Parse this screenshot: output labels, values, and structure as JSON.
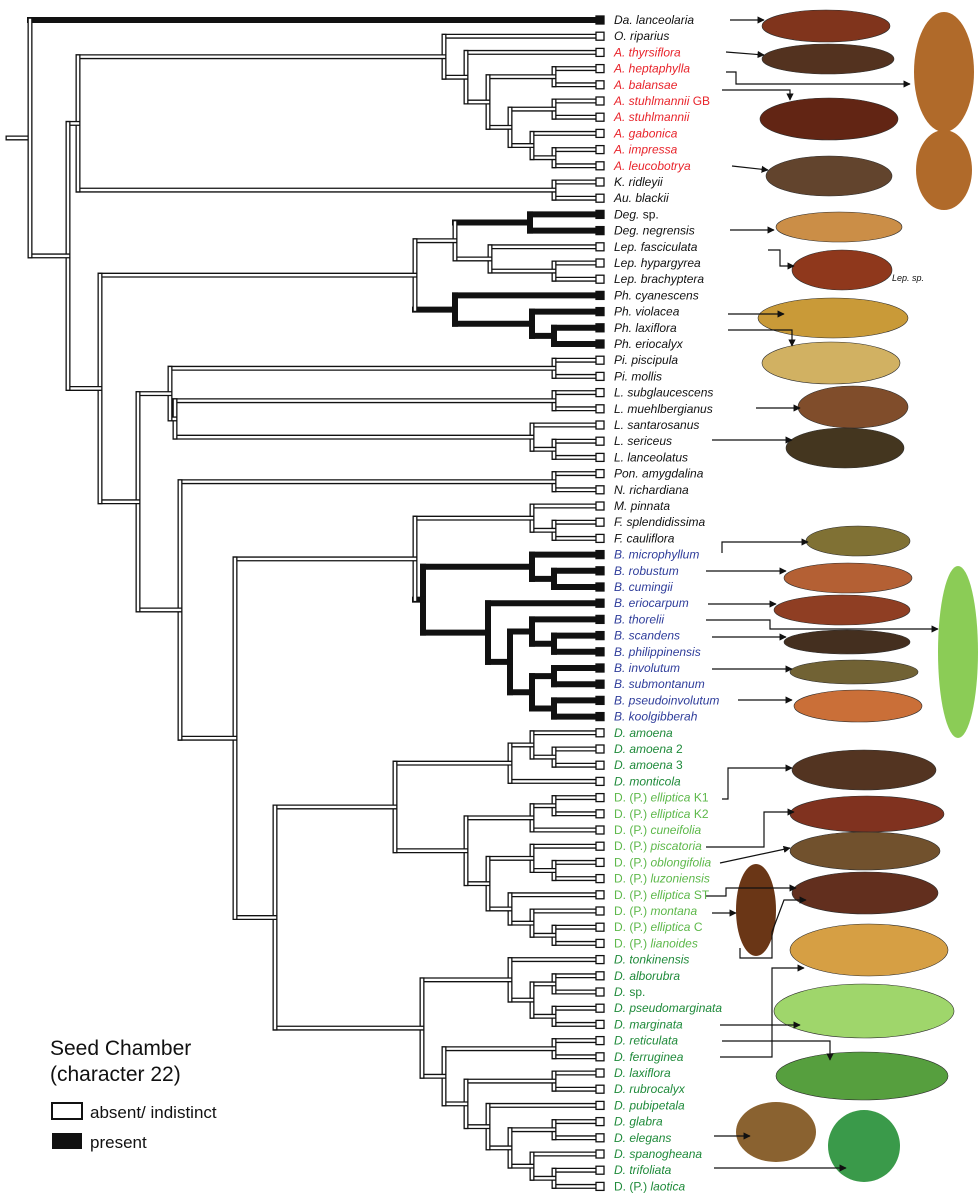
{
  "legend": {
    "title_line1": "Seed Chamber",
    "title_line2": "(character 22)",
    "absent_label": "absent/ indistinct",
    "present_label": "present"
  },
  "extra_label": "Lep. sp.",
  "colors": {
    "black": "#111111",
    "red": "#e8242b",
    "blue": "#2e3c9a",
    "dark_green": "#1f8a3a",
    "light_green": "#5db84a"
  },
  "taxa": [
    {
      "pre": "",
      "genus": "Da. lanceolaria",
      "suffix": "",
      "color": "black",
      "state": "present"
    },
    {
      "pre": "",
      "genus": "O. riparius",
      "suffix": "",
      "color": "black",
      "state": "absent"
    },
    {
      "pre": "",
      "genus": "A. thyrsiflora",
      "suffix": "",
      "color": "red",
      "state": "absent"
    },
    {
      "pre": "",
      "genus": "A. heptaphylla",
      "suffix": "",
      "color": "red",
      "state": "absent"
    },
    {
      "pre": "",
      "genus": "A. balansae",
      "suffix": "",
      "color": "red",
      "state": "absent"
    },
    {
      "pre": "",
      "genus": "A. stuhlmannii",
      "suffix": " GB",
      "color": "red",
      "state": "absent"
    },
    {
      "pre": "",
      "genus": "A. stuhlmannii",
      "suffix": "",
      "color": "red",
      "state": "absent"
    },
    {
      "pre": "",
      "genus": "A. gabonica",
      "suffix": "",
      "color": "red",
      "state": "absent"
    },
    {
      "pre": "",
      "genus": "A. impressa",
      "suffix": "",
      "color": "red",
      "state": "absent"
    },
    {
      "pre": "",
      "genus": "A. leucobotrya",
      "suffix": "",
      "color": "red",
      "state": "absent"
    },
    {
      "pre": "",
      "genus": "K. ridleyii",
      "suffix": "",
      "color": "black",
      "state": "absent"
    },
    {
      "pre": "",
      "genus": "Au. blackii",
      "suffix": "",
      "color": "black",
      "state": "absent"
    },
    {
      "pre": "",
      "genus": "Deg.",
      "suffix": " sp.",
      "color": "black",
      "state": "present"
    },
    {
      "pre": "",
      "genus": "Deg. negrensis",
      "suffix": "",
      "color": "black",
      "state": "present"
    },
    {
      "pre": "",
      "genus": "Lep. fasciculata",
      "suffix": "",
      "color": "black",
      "state": "absent"
    },
    {
      "pre": "",
      "genus": "Lep. hypargyrea",
      "suffix": "",
      "color": "black",
      "state": "absent"
    },
    {
      "pre": "",
      "genus": "Lep. brachyptera",
      "suffix": "",
      "color": "black",
      "state": "absent"
    },
    {
      "pre": "",
      "genus": "Ph. cyanescens",
      "suffix": "",
      "color": "black",
      "state": "present"
    },
    {
      "pre": "",
      "genus": "Ph. violacea",
      "suffix": "",
      "color": "black",
      "state": "present"
    },
    {
      "pre": "",
      "genus": "Ph. laxiflora",
      "suffix": "",
      "color": "black",
      "state": "present"
    },
    {
      "pre": "",
      "genus": "Ph. eriocalyx",
      "suffix": "",
      "color": "black",
      "state": "present"
    },
    {
      "pre": "",
      "genus": "Pi. piscipula",
      "suffix": "",
      "color": "black",
      "state": "absent"
    },
    {
      "pre": "",
      "genus": "Pi. mollis",
      "suffix": "",
      "color": "black",
      "state": "absent"
    },
    {
      "pre": "",
      "genus": "L. subglaucescens",
      "suffix": "",
      "color": "black",
      "state": "absent"
    },
    {
      "pre": "",
      "genus": "L. muehlbergianus",
      "suffix": "",
      "color": "black",
      "state": "absent"
    },
    {
      "pre": "",
      "genus": "L. santarosanus",
      "suffix": "",
      "color": "black",
      "state": "absent"
    },
    {
      "pre": "",
      "genus": "L. sericeus",
      "suffix": "",
      "color": "black",
      "state": "absent"
    },
    {
      "pre": "",
      "genus": "L. lanceolatus",
      "suffix": "",
      "color": "black",
      "state": "absent"
    },
    {
      "pre": "",
      "genus": "Pon. amygdalina",
      "suffix": "",
      "color": "black",
      "state": "absent"
    },
    {
      "pre": "",
      "genus": "N. richardiana",
      "suffix": "",
      "color": "black",
      "state": "absent"
    },
    {
      "pre": "",
      "genus": "M. pinnata",
      "suffix": "",
      "color": "black",
      "state": "absent"
    },
    {
      "pre": "",
      "genus": "F. splendidissima",
      "suffix": "",
      "color": "black",
      "state": "absent"
    },
    {
      "pre": "",
      "genus": "F. cauliflora",
      "suffix": "",
      "color": "black",
      "state": "absent"
    },
    {
      "pre": "",
      "genus": "B. microphyllum",
      "suffix": "",
      "color": "blue",
      "state": "present"
    },
    {
      "pre": "",
      "genus": "B. robustum",
      "suffix": "",
      "color": "blue",
      "state": "present"
    },
    {
      "pre": "",
      "genus": "B. cumingii",
      "suffix": "",
      "color": "blue",
      "state": "present"
    },
    {
      "pre": "",
      "genus": "B. eriocarpum",
      "suffix": "",
      "color": "blue",
      "state": "present"
    },
    {
      "pre": "",
      "genus": "B. thorelii",
      "suffix": "",
      "color": "blue",
      "state": "present"
    },
    {
      "pre": "",
      "genus": "B. scandens",
      "suffix": "",
      "color": "blue",
      "state": "present"
    },
    {
      "pre": "",
      "genus": "B. philippinensis",
      "suffix": "",
      "color": "blue",
      "state": "present"
    },
    {
      "pre": "",
      "genus": "B. involutum",
      "suffix": "",
      "color": "blue",
      "state": "present"
    },
    {
      "pre": "",
      "genus": "B. submontanum",
      "suffix": "",
      "color": "blue",
      "state": "present"
    },
    {
      "pre": "",
      "genus": "B. pseudoinvolutum",
      "suffix": "",
      "color": "blue",
      "state": "present"
    },
    {
      "pre": "",
      "genus": "B. koolgibberah",
      "suffix": "",
      "color": "blue",
      "state": "present"
    },
    {
      "pre": "",
      "genus": "D. amoena",
      "suffix": "",
      "color": "dark_green",
      "state": "absent"
    },
    {
      "pre": "",
      "genus": "D. amoena",
      "suffix": " 2",
      "color": "dark_green",
      "state": "absent"
    },
    {
      "pre": "",
      "genus": "D. amoena",
      "suffix": " 3",
      "color": "dark_green",
      "state": "absent"
    },
    {
      "pre": "",
      "genus": "D. monticola",
      "suffix": "",
      "color": "dark_green",
      "state": "absent"
    },
    {
      "pre": "D. (P.) ",
      "genus": "elliptica",
      "suffix": " K1",
      "color": "light_green",
      "state": "absent"
    },
    {
      "pre": "D. (P.) ",
      "genus": "elliptica",
      "suffix": " K2",
      "color": "light_green",
      "state": "absent"
    },
    {
      "pre": "D. (P.) ",
      "genus": "cuneifolia",
      "suffix": "",
      "color": "light_green",
      "state": "absent"
    },
    {
      "pre": "D. (P.) ",
      "genus": "piscatoria",
      "suffix": "",
      "color": "light_green",
      "state": "absent"
    },
    {
      "pre": "D. (P.) ",
      "genus": "oblongifolia",
      "suffix": "",
      "color": "light_green",
      "state": "absent"
    },
    {
      "pre": "D. (P.) ",
      "genus": "luzoniensis",
      "suffix": "",
      "color": "light_green",
      "state": "absent"
    },
    {
      "pre": "D. (P.) ",
      "genus": "elliptica",
      "suffix": " ST",
      "color": "light_green",
      "state": "absent"
    },
    {
      "pre": "D. (P.) ",
      "genus": "montana",
      "suffix": "",
      "color": "light_green",
      "state": "absent"
    },
    {
      "pre": "D. (P.) ",
      "genus": "elliptica",
      "suffix": " C",
      "color": "light_green",
      "state": "absent"
    },
    {
      "pre": "D. (P.) ",
      "genus": "lianoides",
      "suffix": "",
      "color": "light_green",
      "state": "absent"
    },
    {
      "pre": "",
      "genus": "D. tonkinensis",
      "suffix": "",
      "color": "dark_green",
      "state": "absent"
    },
    {
      "pre": "",
      "genus": "D. alborubra",
      "suffix": "",
      "color": "dark_green",
      "state": "absent"
    },
    {
      "pre": "",
      "genus": "D.",
      "suffix": " sp.",
      "color": "dark_green",
      "state": "absent"
    },
    {
      "pre": "",
      "genus": "D. pseudomarginata",
      "suffix": "",
      "color": "dark_green",
      "state": "absent"
    },
    {
      "pre": "",
      "genus": "D. marginata",
      "suffix": "",
      "color": "dark_green",
      "state": "absent"
    },
    {
      "pre": "",
      "genus": "D. reticulata",
      "suffix": "",
      "color": "dark_green",
      "state": "absent"
    },
    {
      "pre": "",
      "genus": "D. ferruginea",
      "suffix": "",
      "color": "dark_green",
      "state": "absent"
    },
    {
      "pre": "",
      "genus": "D. laxiflora",
      "suffix": "",
      "color": "dark_green",
      "state": "absent"
    },
    {
      "pre": "",
      "genus": "D. rubrocalyx",
      "suffix": "",
      "color": "dark_green",
      "state": "absent"
    },
    {
      "pre": "",
      "genus": "D. pubipetala",
      "suffix": "",
      "color": "dark_green",
      "state": "absent"
    },
    {
      "pre": "",
      "genus": "D. glabra",
      "suffix": "",
      "color": "dark_green",
      "state": "absent"
    },
    {
      "pre": "",
      "genus": "D. elegans",
      "suffix": "",
      "color": "dark_green",
      "state": "absent"
    },
    {
      "pre": "",
      "genus": "D. spanogheana",
      "suffix": "",
      "color": "dark_green",
      "state": "absent"
    },
    {
      "pre": "",
      "genus": "D. trifoliata",
      "suffix": "",
      "color": "dark_green",
      "state": "absent"
    },
    {
      "pre": "D. (P.) ",
      "genus": "laotica",
      "suffix": "",
      "color": "dark_green",
      "state": "absent"
    }
  ]
}
